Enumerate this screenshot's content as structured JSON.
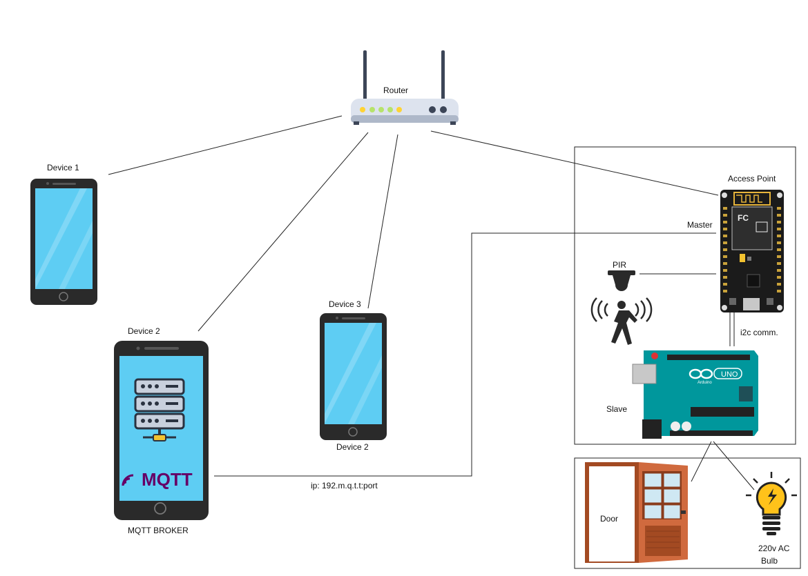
{
  "labels": {
    "router": "Router",
    "device1": "Device 1",
    "device2": "Device 2",
    "device3": "Device 3",
    "device3_caption": "Device 2",
    "mqtt_broker": "MQTT BROKER",
    "access_point": "Access Point",
    "master": "Master",
    "pir": "PIR",
    "i2c": "i2c comm.",
    "slave": "Slave",
    "door": "Door",
    "bulb_line1": "220v AC",
    "bulb_line2": "Bulb",
    "ip": "ip:  192.m.q.t.t:port",
    "mqtt_logo": "MQTT",
    "uno_logo": "UNO",
    "arduino_logo": "Arduino"
  },
  "colors": {
    "line": "#222222",
    "phone_body": "#2a2a2a",
    "phone_screen": "#5ecdf3",
    "mqtt_purple": "#660066",
    "arduino_teal": "#00979c",
    "esp_black": "#1b1b1b",
    "door_brown": "#b5532a",
    "bulb_yellow": "#ffc21a"
  }
}
